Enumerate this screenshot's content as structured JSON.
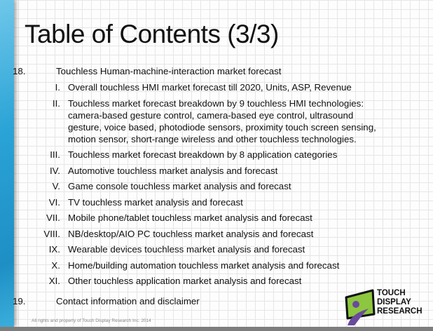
{
  "title": "Table of Contents (3/3)",
  "sections": [
    {
      "number": "18.",
      "text": "Touchless Human-machine-interaction market forecast"
    },
    {
      "number": "19.",
      "text": "Contact information and disclaimer"
    }
  ],
  "subitems": [
    {
      "numeral": "I.",
      "lines": [
        "Overall touchless HMI market forecast till 2020, Units, ASP, Revenue"
      ]
    },
    {
      "numeral": "II.",
      "lines": [
        "Touchless market forecast breakdown by 9 touchless HMI technologies:",
        "camera-based gesture control, camera-based eye control, ultrasound",
        "gesture, voice based, photodiode sensors, proximity touch screen sensing,",
        "motion sensor, short-range wireless and other touchless technologies."
      ]
    },
    {
      "numeral": "III.",
      "lines": [
        "Touchless market forecast breakdown by 8 application categories"
      ]
    },
    {
      "numeral": "IV.",
      "lines": [
        "Automotive touchless market analysis and forecast"
      ]
    },
    {
      "numeral": "V.",
      "lines": [
        "Game console touchless market analysis and forecast"
      ]
    },
    {
      "numeral": "VI.",
      "lines": [
        "TV touchless market analysis and forecast"
      ]
    },
    {
      "numeral": "VII.",
      "lines": [
        "Mobile phone/tablet touchless market analysis and forecast"
      ]
    },
    {
      "numeral": "VIII.",
      "lines": [
        "NB/desktop/AIO PC touchless market analysis and forecast"
      ]
    },
    {
      "numeral": "IX.",
      "lines": [
        "Wearable devices touchless market analysis and forecast"
      ]
    },
    {
      "numeral": "X.",
      "lines": [
        "Home/building automation touchless market analysis and forecast"
      ]
    },
    {
      "numeral": "XI.",
      "lines": [
        "Other touchless application market analysis and forecast"
      ]
    }
  ],
  "footer": "All rights and property of Touch Display Research Inc. 2014",
  "logo": {
    "lines": [
      "TOUCH",
      "DISPLAY",
      "RESEARCH"
    ],
    "green": "#8dc63f",
    "purple": "#6a4a9c"
  },
  "colors": {
    "accent_strip": "#2aa3d6"
  }
}
